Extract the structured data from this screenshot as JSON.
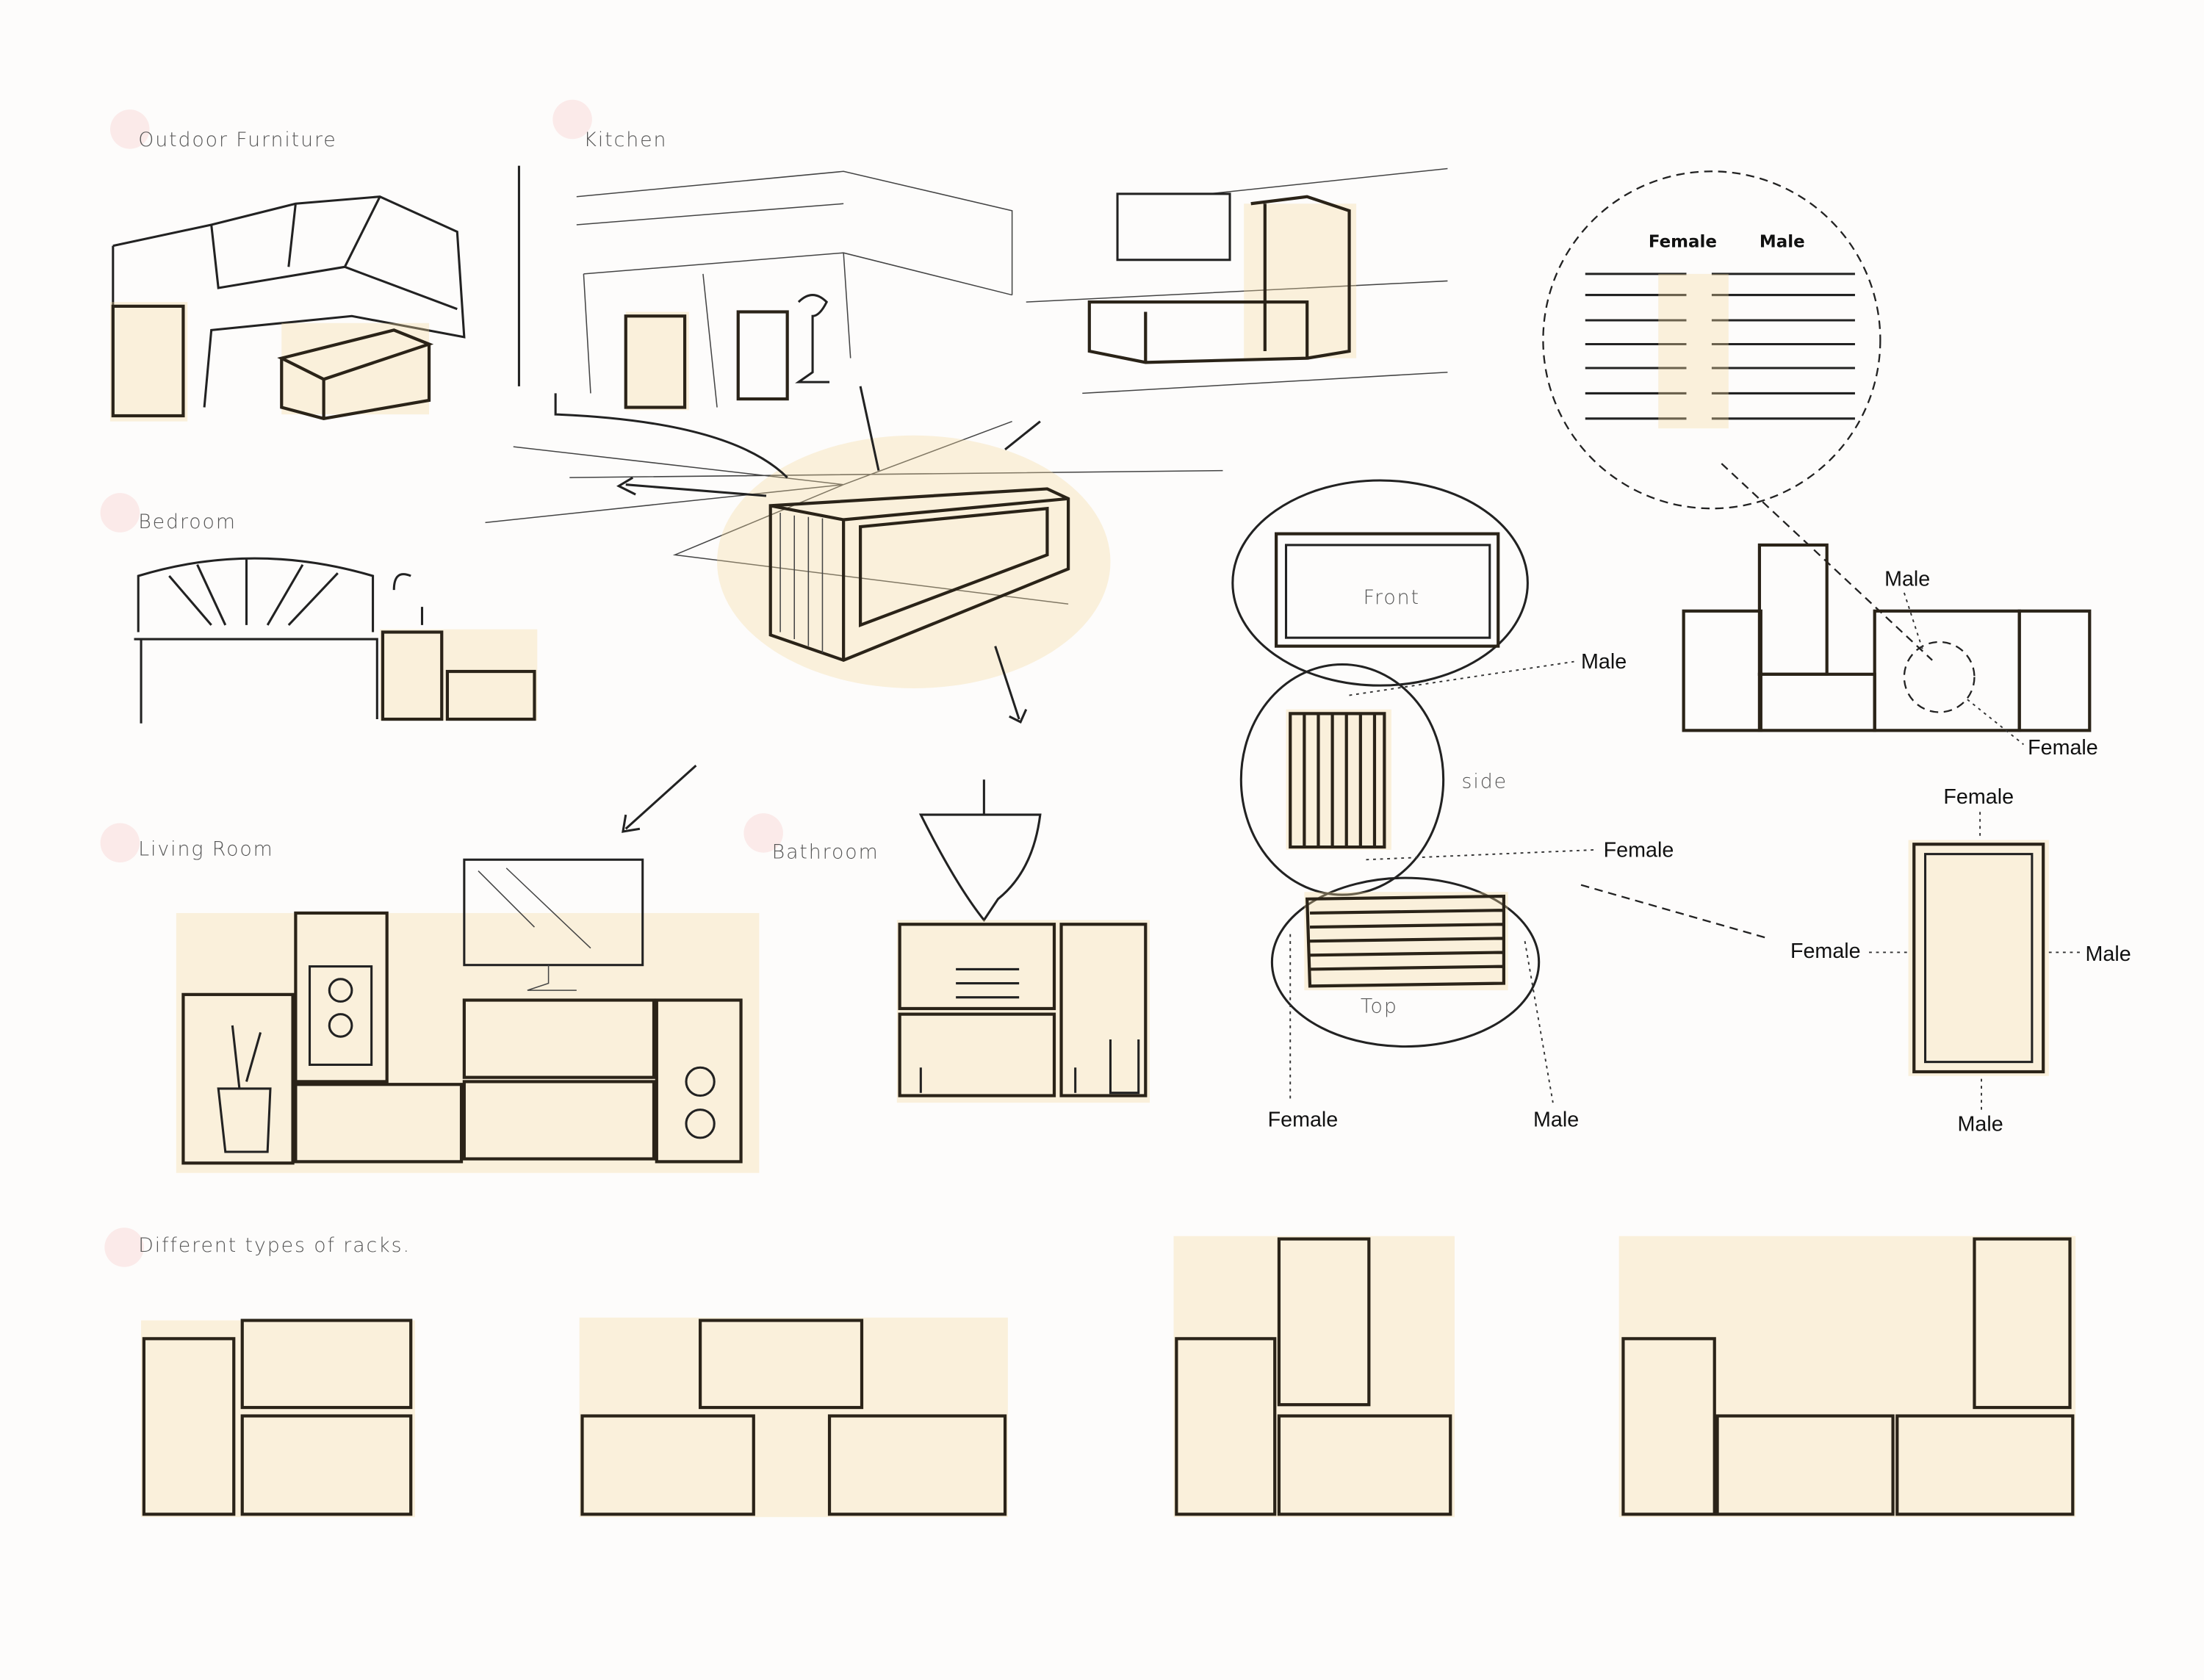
{
  "sections": {
    "outdoor": "Outdoor Furniture",
    "kitchen": "Kitchen",
    "bedroom": "Bedroom",
    "living_room": "Living Room",
    "bathroom": "Bathroom",
    "racks": "Different types of racks."
  },
  "views": {
    "front": "Front",
    "side": "side",
    "top": "Top"
  },
  "joint_detail": {
    "female": "Female",
    "male": "Male"
  },
  "annotations": {
    "view_male": "Male",
    "view_female": "Female",
    "top_female": "Female",
    "top_male": "Male",
    "assembly_male": "Male",
    "assembly_female": "Female",
    "unit_top": "Female",
    "unit_left": "Female",
    "unit_right": "Male",
    "unit_bottom": "Male"
  }
}
